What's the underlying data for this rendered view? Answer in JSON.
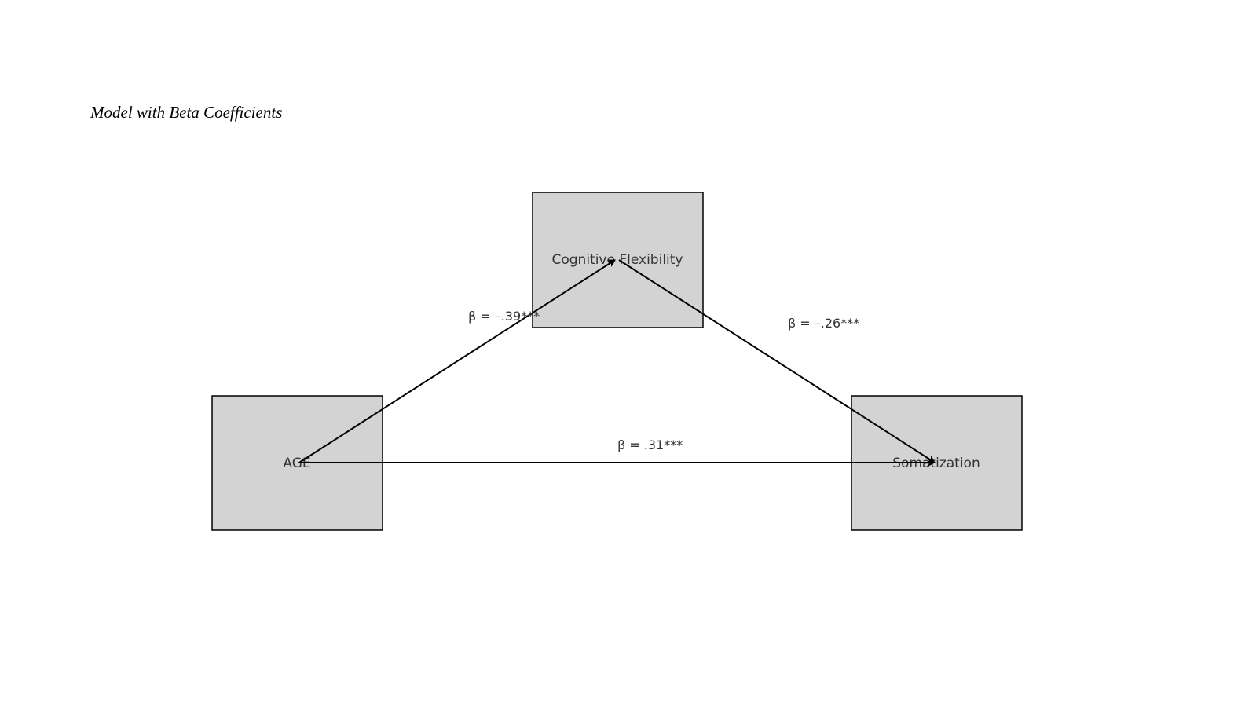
{
  "title": "Model with Beta Coefficients",
  "nodes": {
    "mediator": "Cognitive Flexibility",
    "predictor": "AGE",
    "outcome": "Somatization"
  },
  "paths": {
    "a": "β = –.39***",
    "b": "β = –.26***",
    "c": "β = .31***"
  },
  "colors": {
    "box_fill": "#d3d3d3",
    "stroke": "#000000",
    "text": "#333333"
  }
}
